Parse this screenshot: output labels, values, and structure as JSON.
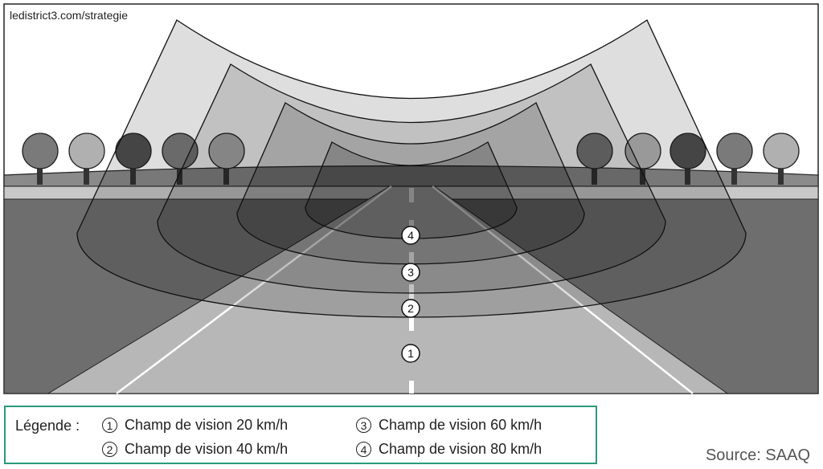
{
  "watermark": "ledistrict3.com/strategie",
  "zone_labels": [
    "1",
    "2",
    "3",
    "4"
  ],
  "legend": {
    "title": "Légende :",
    "items": [
      {
        "num": "1",
        "label": "Champ de vision 20 km/h"
      },
      {
        "num": "2",
        "label": "Champ de vision 40 km/h"
      },
      {
        "num": "3",
        "label": "Champ de vision 60 km/h"
      },
      {
        "num": "4",
        "label": "Champ de vision 80 km/h"
      }
    ]
  },
  "source": "Source: SAAQ",
  "colors": {
    "accent": "#2a9a7a",
    "ground": "#6e6e6e",
    "sky": "#ffffff",
    "road": "#c8c8c8"
  }
}
